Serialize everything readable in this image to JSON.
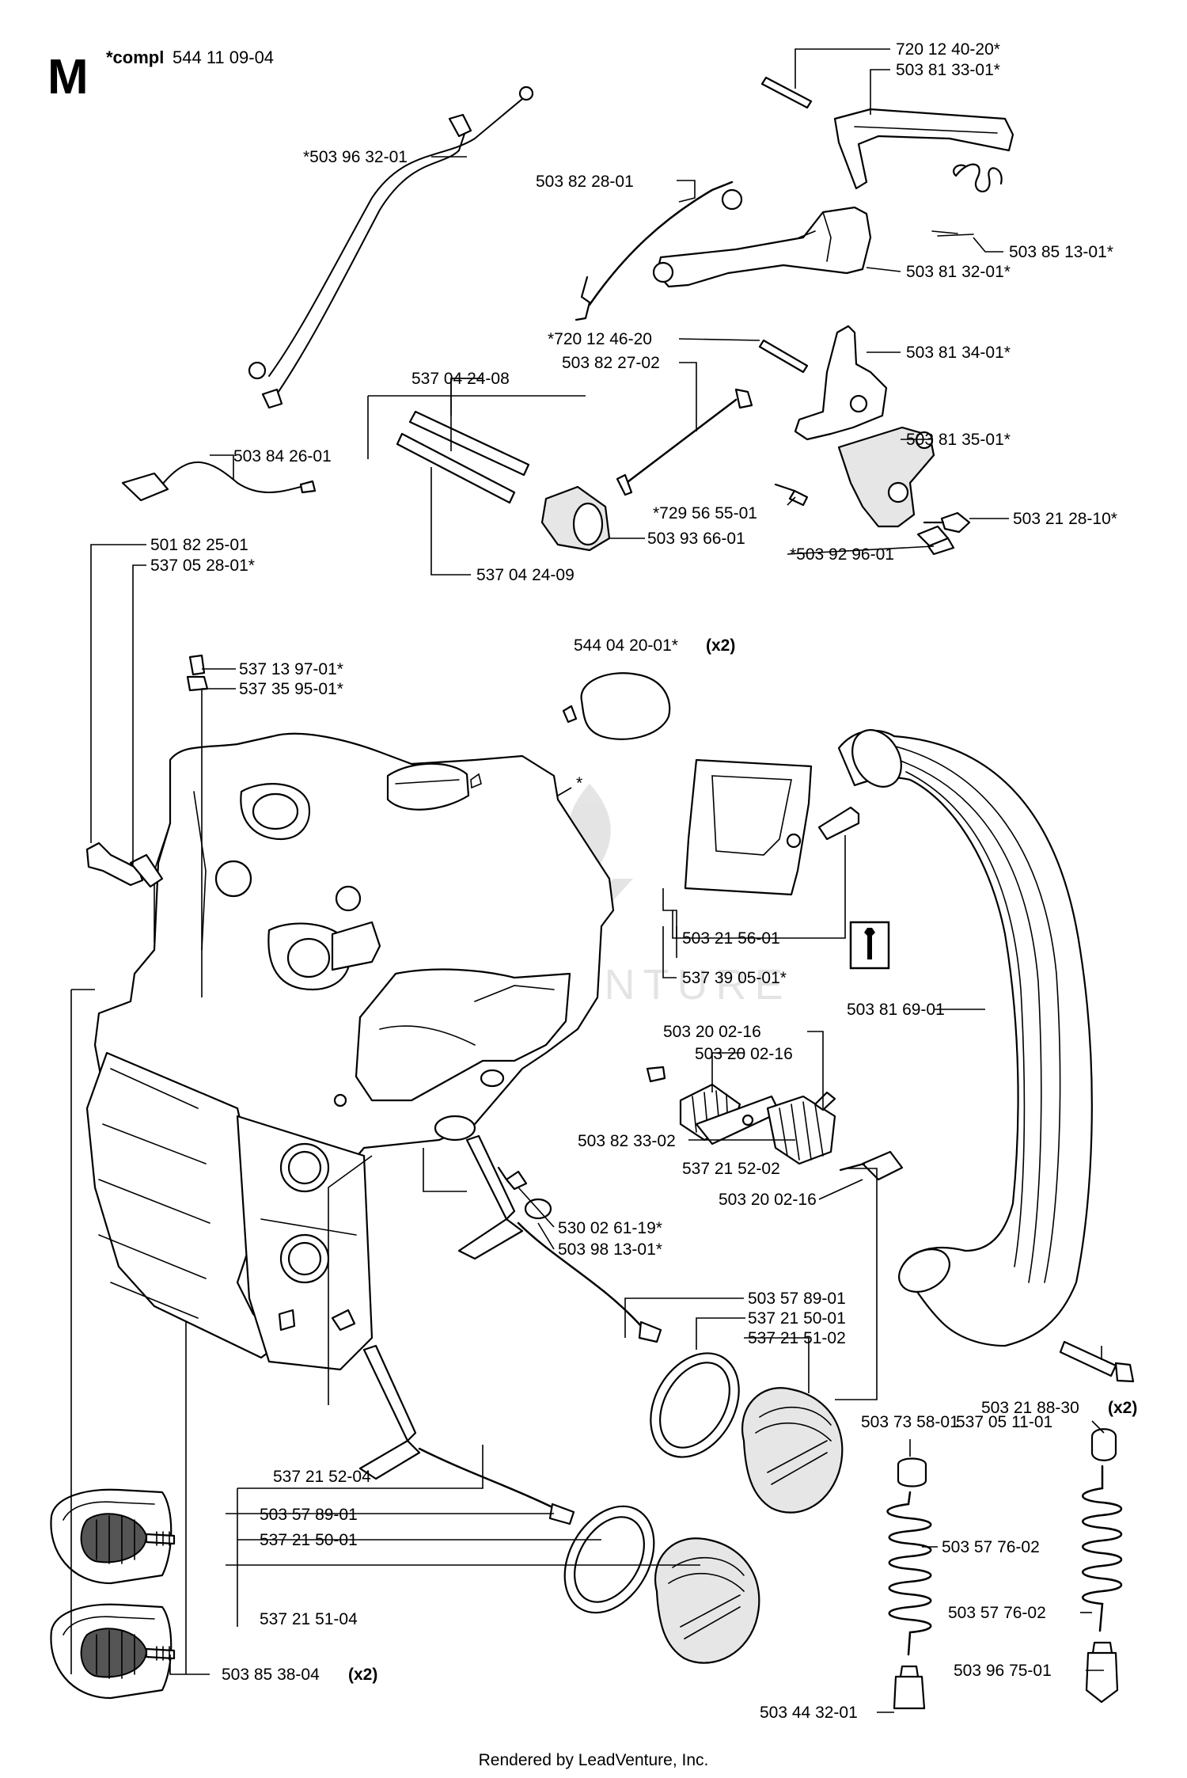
{
  "header": {
    "section": "M",
    "compl_prefix": "*compl",
    "compl_number": "544 11 09-04"
  },
  "footer": {
    "rendered_by": "Rendered by LeadVenture, Inc."
  },
  "watermark": {
    "text": "LEADVENTURE"
  },
  "callouts": {
    "c01": "720 12 40-20*",
    "c02": "503 81 33-01*",
    "c03": "*503 96 32-01",
    "c04": "503 82 28-01",
    "c05": "503 85 13-01*",
    "c06": "503 81 32-01*",
    "c07": "*720 12 46-20",
    "c08": "503 82 27-02",
    "c09": "503 81 34-01*",
    "c10": "537 04 24-08",
    "c11": "503 81 35-01*",
    "c12": "503 84 26-01",
    "c13": "*729 56 55-01",
    "c14": "503 21 28-10*",
    "c15": "503 93 66-01",
    "c16": "*503 92 96-01",
    "c17": "501 82 25-01",
    "c18": "537 05 28-01*",
    "c19": "537 04 24-09",
    "c20": "544 04 20-01*",
    "c21": "537 13 97-01*",
    "c22": "537 35 95-01*",
    "c23": "*",
    "c24": "503 21 56-01",
    "c25": "537 39 05-01*",
    "c26": "503 81 69-01",
    "c27": "503 20 02-16",
    "c28": "503 20 02-16",
    "c29": "503 82 33-02",
    "c30": "503 20 02-16",
    "c31": "530 02 61-19*",
    "c32": "503 98 13-01*",
    "c33": "537 21 52-02",
    "c34": "503 57 89-01",
    "c35": "537 21 50-01",
    "c36": "537 21 51-02",
    "c37": "503 21 88-30",
    "c38": "503 73 58-01",
    "c39": "537 05 11-01",
    "c40": "537 21 52-04",
    "c41": "503 57 89-01",
    "c42": "503 57 76-02",
    "c43": "537 21 50-01",
    "c44": "503 57 76-02",
    "c45": "537 21 51-04",
    "c46": "503 85 38-04",
    "c47": "503 96 75-01",
    "c48": "503 44 32-01"
  },
  "qty": {
    "q20": "(x2)",
    "q37": "(x2)",
    "q46": "(x2)"
  },
  "icons": {
    "tool": "wrench-icon"
  }
}
